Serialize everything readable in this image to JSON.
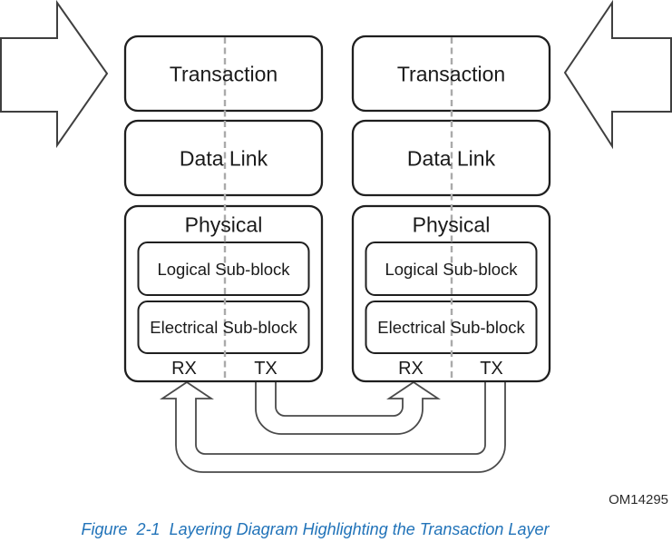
{
  "diagram": {
    "left_device": {
      "transaction": "Transaction",
      "data_link": "Data Link",
      "physical": "Physical",
      "logical_sub_block": "Logical Sub-block",
      "electrical_sub_block": "Electrical Sub-block",
      "rx_label": "RX",
      "tx_label": "TX"
    },
    "right_device": {
      "transaction": "Transaction",
      "data_link": "Data Link",
      "physical": "Physical",
      "logical_sub_block": "Logical Sub-block",
      "electrical_sub_block": "Electrical Sub-block",
      "rx_label": "RX",
      "tx_label": "TX"
    },
    "artwork_id": "OM14295"
  },
  "caption": {
    "text": "Figure  2-1  Layering Diagram Highlighting the Transaction Layer"
  },
  "colors": {
    "background": "#ffffff",
    "box_stroke": "#1f1f1f",
    "big_arrow_stroke": "#3f3f3f",
    "link_arrow_stroke": "#4a4a4a",
    "dashed_line": "#aaaaaa",
    "label_text": "#1a1a1a",
    "caption_text": "#2173b9",
    "artwork_id_text": "#2d2d2d"
  }
}
